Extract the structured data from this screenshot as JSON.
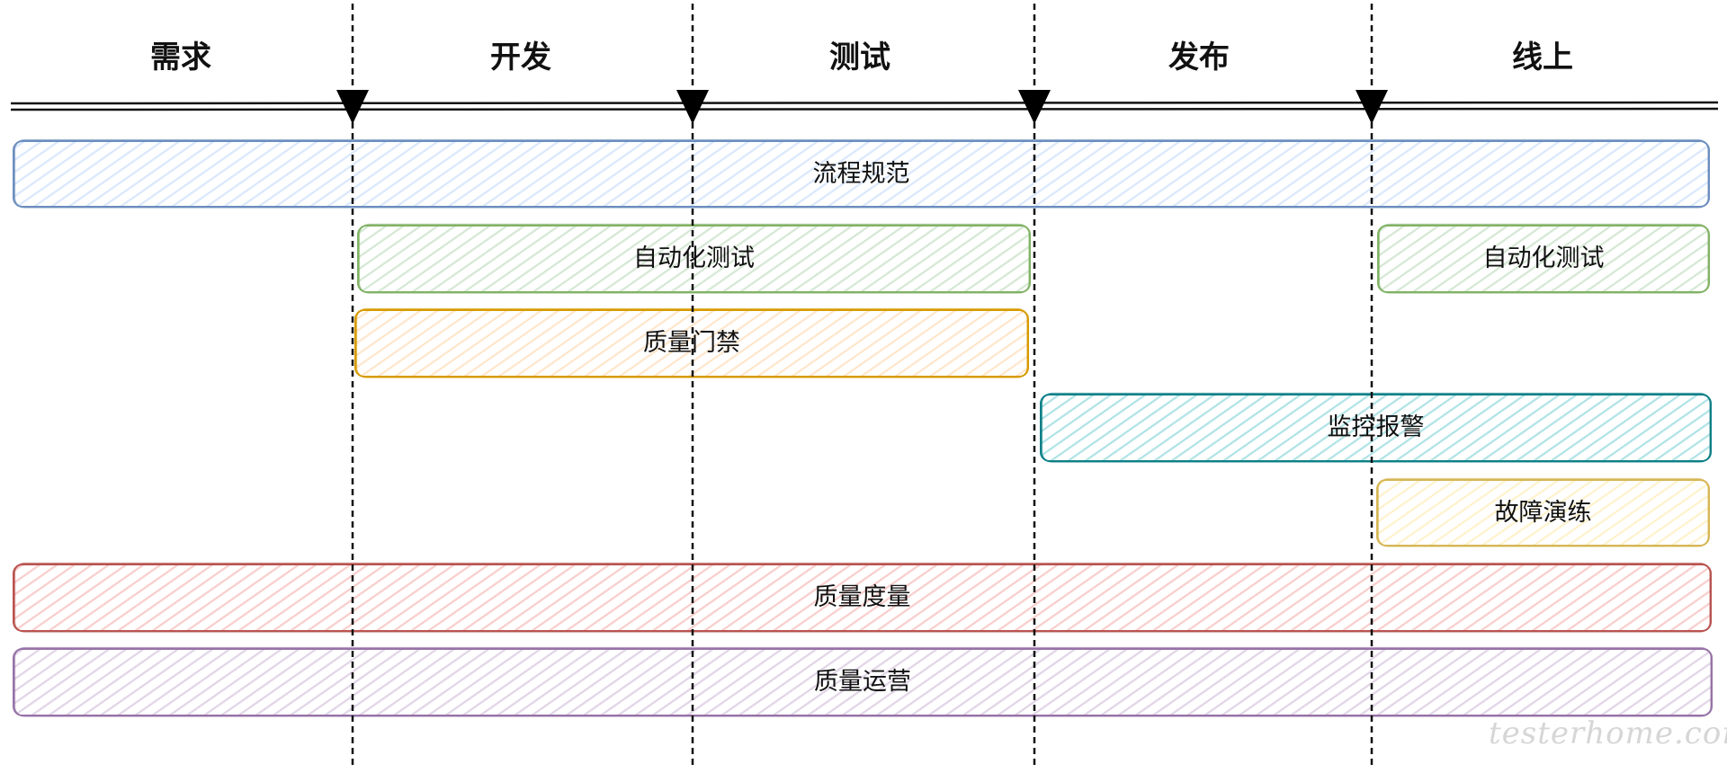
{
  "phases": [
    "需求",
    "开发",
    "测试",
    "发布",
    "线上"
  ],
  "bars": [
    {
      "label": "流程规范",
      "fill": "#dae8fc",
      "stroke": "#6c8ebf"
    },
    {
      "label": "自动化测试",
      "fill": "#d5e8d4",
      "stroke": "#82b366"
    },
    {
      "label": "自动化测试",
      "fill": "#d5e8d4",
      "stroke": "#82b366"
    },
    {
      "label": "质量门禁",
      "fill": "#ffe6cc",
      "stroke": "#d79b00"
    },
    {
      "label": "监控报警",
      "fill": "#b0e3e6",
      "stroke": "#0e8088"
    },
    {
      "label": "故障演练",
      "fill": "#fff2cc",
      "stroke": "#d6b656"
    },
    {
      "label": "质量度量",
      "fill": "#f8cecc",
      "stroke": "#b85450"
    },
    {
      "label": "质量运营",
      "fill": "#e1d5e7",
      "stroke": "#9673a6"
    }
  ],
  "watermark": "testerhome.com"
}
